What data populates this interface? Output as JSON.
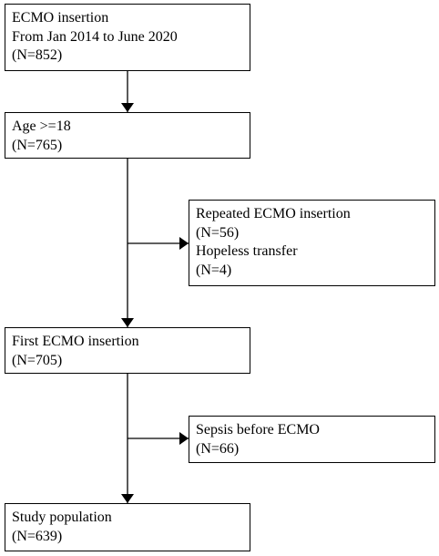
{
  "boxes": {
    "insertion": {
      "line1": "ECMO insertion",
      "line2": "From Jan 2014 to June 2020",
      "line3": "(N=852)"
    },
    "adult": {
      "line1": "Age >=18",
      "line2": "(N=765)"
    },
    "excluded_1": {
      "line1": "Repeated ECMO insertion",
      "line2": "(N=56)",
      "line3": "Hopeless transfer",
      "line4": "(N=4)"
    },
    "first_ecmo": {
      "line1": "First ECMO insertion",
      "line2": "(N=705)"
    },
    "excluded_2": {
      "line1": "Sepsis before ECMO",
      "line2": "(N=66)"
    },
    "study": {
      "line1": "Study population",
      "line2": "(N=639)"
    }
  }
}
